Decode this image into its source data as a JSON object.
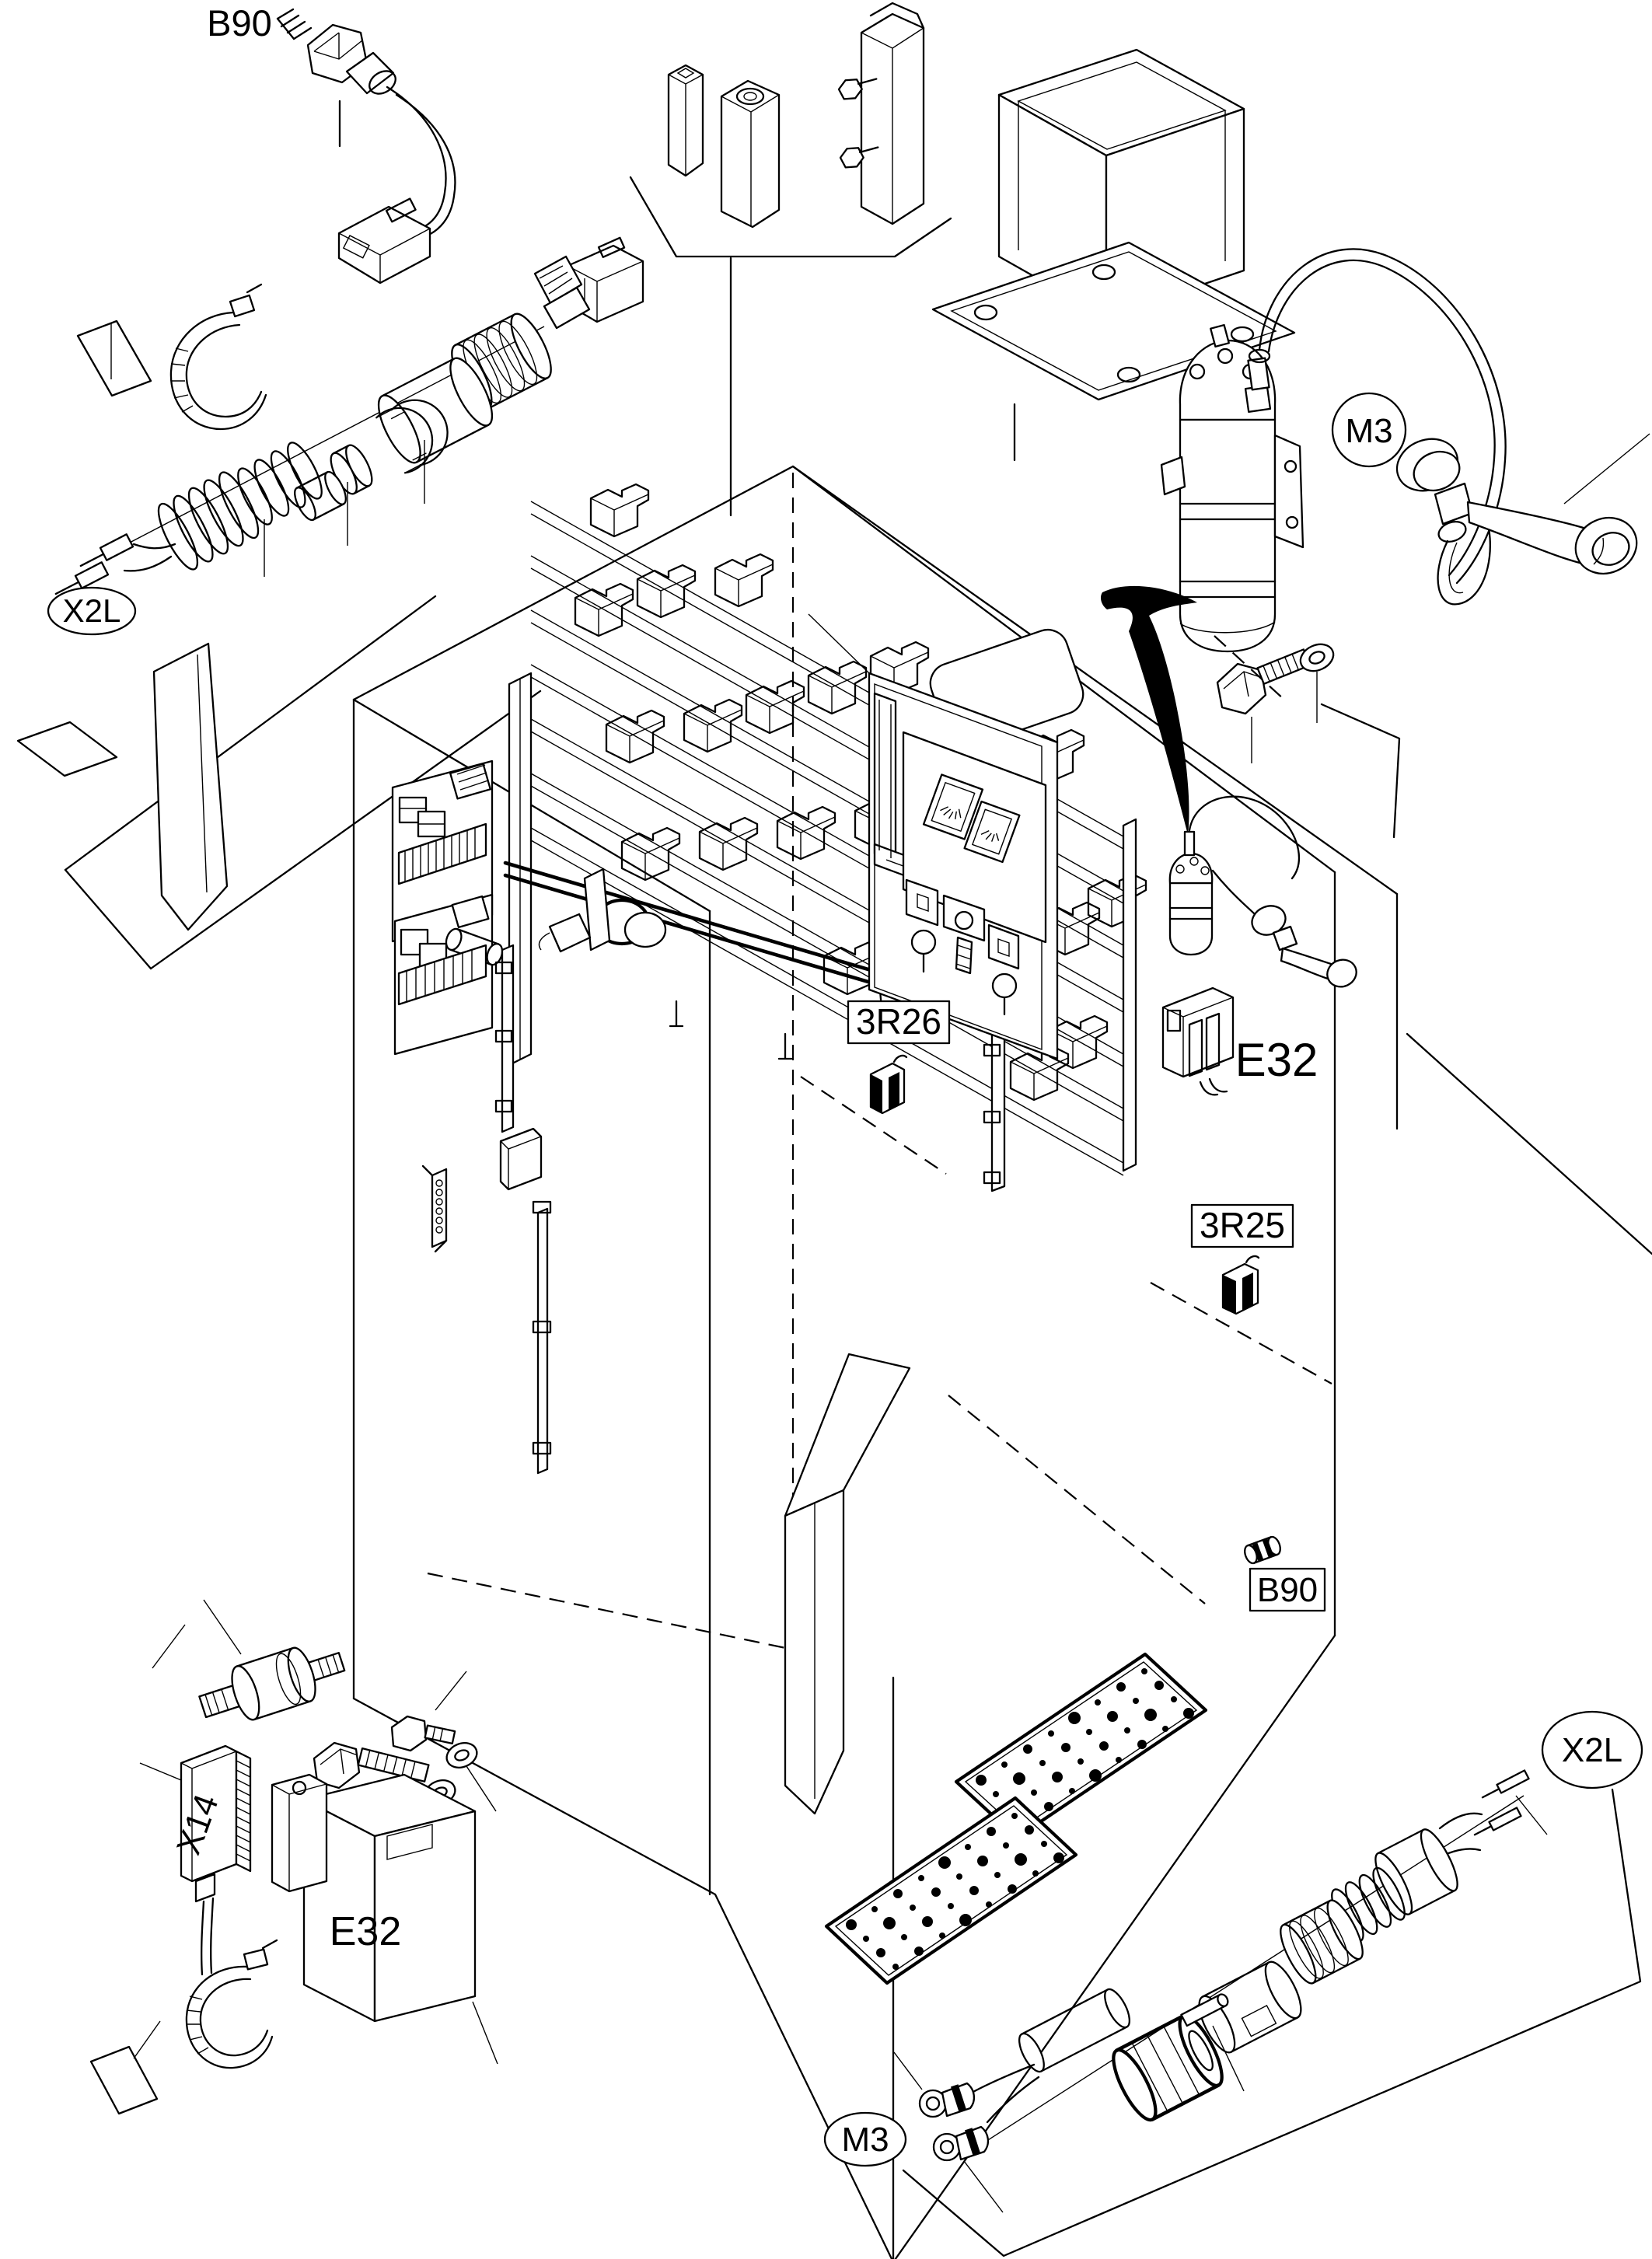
{
  "drawing": {
    "type": "exploded-parts-diagram",
    "background": "#ffffff",
    "line_color": "#000000"
  },
  "labels": {
    "b90_top": "B90",
    "x2l_left": "X2L",
    "m3_top": "M3",
    "panel_3r26": "3R26",
    "e32_right": "E32",
    "relay_3r25": "3R25",
    "b90_box": "B90",
    "x14": "X14",
    "e32_bottom": "E32",
    "m3_bottom": "M3",
    "x2l_right": "X2L"
  },
  "parts": {
    "top_left": "temperature sensor B90 with cable, plugs and exploded cable gland",
    "top_middle": "terminal pins, clamp bracket and flanged junction box",
    "top_right": "air horn compressor M3 with horn, bolt and washer",
    "center": "electrical cabinet with relay rack, connector panels and instrument panel",
    "bottom_left": "check valve, bolts, X14 connector and E32 control unit",
    "bottom_right": "exploded X2L cable gland with ring terminals for motor M3"
  }
}
